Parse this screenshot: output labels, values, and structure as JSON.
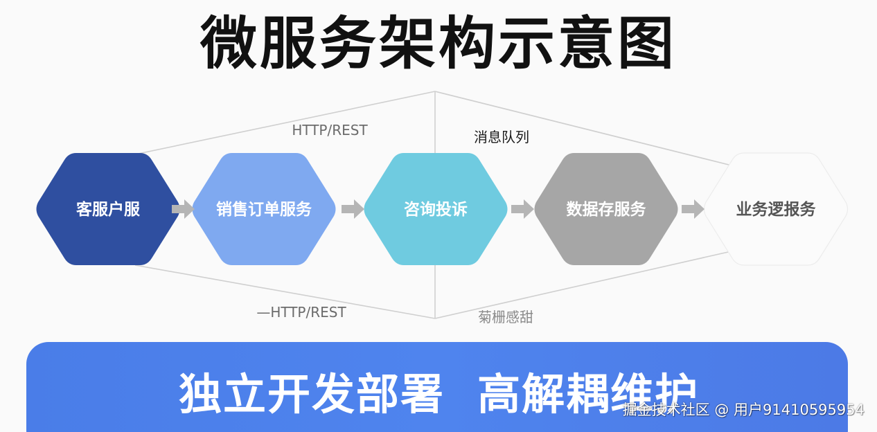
{
  "title": "微服务架构示意图",
  "nodes": [
    {
      "label": "客服户服",
      "fill": "#2f4fa0",
      "text_color": "#ffffff"
    },
    {
      "label": "销售订单服务",
      "fill": "#7fa9f0",
      "text_color": "#ffffff"
    },
    {
      "label": "咨询投诉",
      "fill": "#6fcbe0",
      "text_color": "#ffffff"
    },
    {
      "label": "数据存服务",
      "fill": "#a6a6a6",
      "text_color": "#ffffff"
    },
    {
      "label": "业务逻报务",
      "fill": "#fbfbfb",
      "text_color": "#555555"
    }
  ],
  "connection_labels": {
    "top_left": "HTTP/REST",
    "top_right": "消息队列",
    "bottom_left": "—HTTP/REST",
    "bottom_right": "菊栅感甜"
  },
  "colors": {
    "arrow": "#b5b5b5",
    "line": "#cfcfcf",
    "banner": "#4f84ee"
  },
  "banner": {
    "text": "独立开发部署  高解耦维护"
  },
  "watermark": "掘金技术社区 @ 用户91410595954"
}
